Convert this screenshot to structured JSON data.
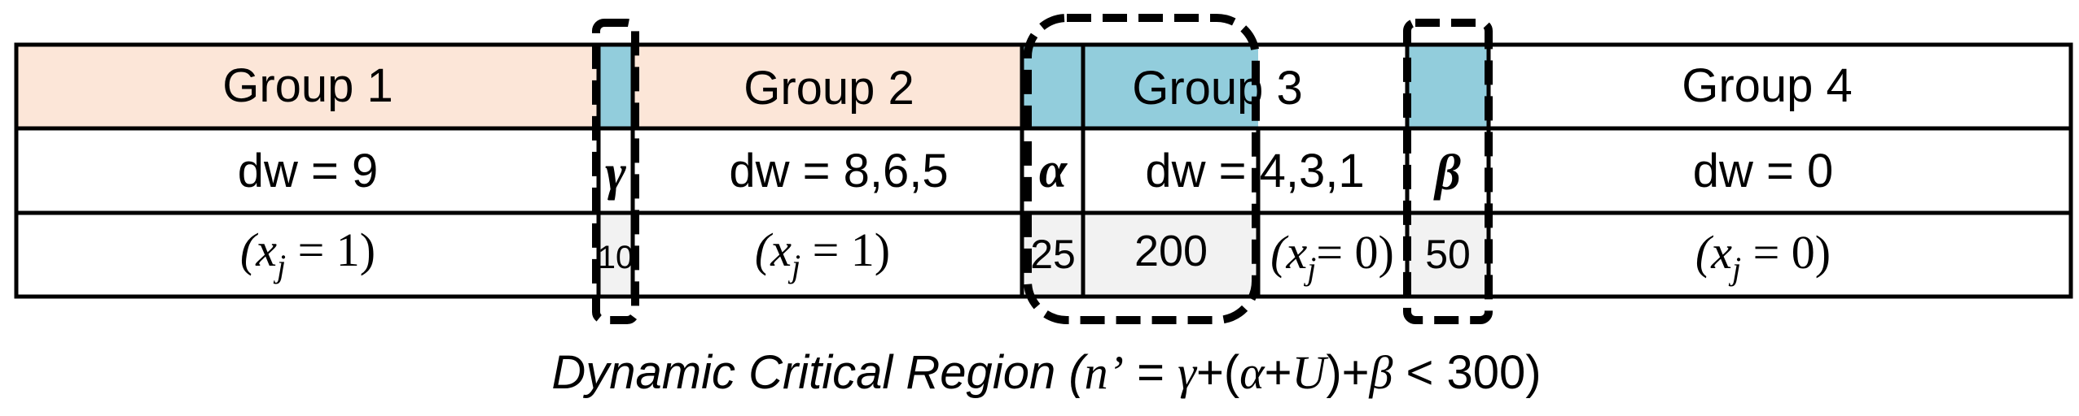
{
  "colors": {
    "group_fill": "#fce6d8",
    "boundary_fill": "#92cddc",
    "small_cell_fill": "#f2f2f2",
    "line": "#000000"
  },
  "groups": [
    {
      "label": "Group 1",
      "dw": "dw = 9",
      "x": "(x",
      "xsub": "j",
      "xval": " = 1)"
    },
    {
      "label": "Group 2",
      "dw": "dw = 8,6,5",
      "x": "(x",
      "xsub": "j",
      "xval": " = 1)"
    },
    {
      "label": "Group 3",
      "dw": "dw = 4,3,1",
      "x": "(x",
      "xsub": "j",
      "xval": "= 0)"
    },
    {
      "label": "Group 4",
      "dw": "dw = 0",
      "x": "(x",
      "xsub": "j",
      "xval": " = 0)"
    }
  ],
  "boundaries": [
    {
      "symbol": "γ",
      "value": "10"
    },
    {
      "symbol": "α",
      "value": "25"
    },
    {
      "symbol": "β",
      "value": "50"
    }
  ],
  "group3_extra_value": "200",
  "caption": {
    "prefix": "Dynamic Critical Region (",
    "n": "n’",
    "equals": " = ",
    "gamma": "γ",
    "plus1": "+(",
    "alpha": "α",
    "plus2": "+",
    "u": "U",
    "close": ")+",
    "beta": "β",
    "suffix": " < 300)"
  }
}
